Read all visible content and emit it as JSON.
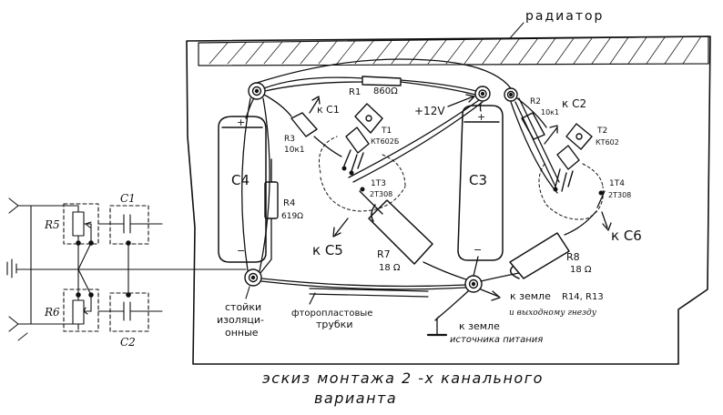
{
  "labels": {
    "radiator": "радиатор",
    "r1": "R1",
    "r1_value": "860Ω",
    "r2": "R2",
    "r2_value": "10к1",
    "r3": "R3",
    "r3_value": "10к1",
    "r4": "R4",
    "r4_value": "619Ω",
    "r5": "R5",
    "r6": "R6",
    "r7": "R7",
    "r7_value": "18 Ω",
    "r8": "R8",
    "r8_value": "18 Ω",
    "c1": "C1",
    "c2": "C2",
    "c3": "C3",
    "c4": "C4",
    "kc1": "к C1",
    "kc2": "к C2",
    "kc5": "к C5",
    "kc6": "к C6",
    "t1": "T1",
    "t1_type": "КТ602Б",
    "t2": "T2",
    "t2_type": "КТ602",
    "t3": "1Т3",
    "t3_type": "2Т308",
    "t4": "1Т4",
    "t4_type": "2Т308",
    "plus12v": "+12V",
    "plus_sign": "+",
    "minus_sign": "−",
    "ground_out_1": "к земле",
    "ground_out_2": "и выходному гнезду",
    "r14_r13": "R14, R13",
    "ground_supply_1": "к земле",
    "ground_supply_2": "источника питания",
    "standoffs_1": "стойки",
    "standoffs_2": "изоляци-",
    "standoffs_3": "онные",
    "tubes_1": "фторопластовые",
    "tubes_2": "трубки",
    "caption_1": "эскиз монтажа   2 -х канального",
    "caption_2": "варианта"
  }
}
